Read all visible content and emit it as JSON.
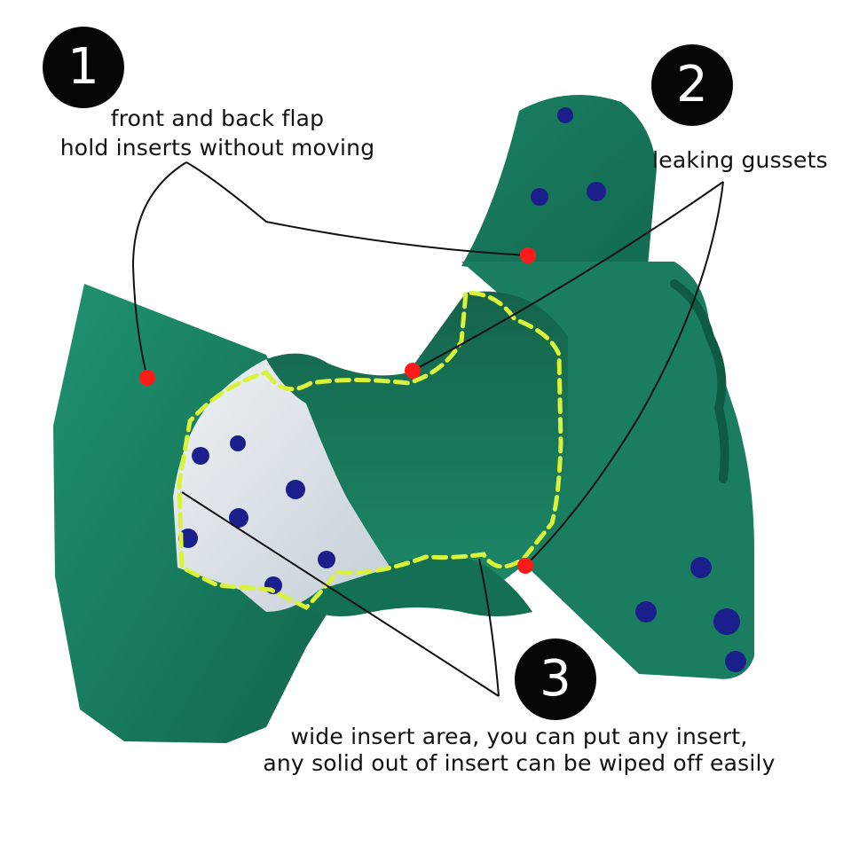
{
  "callouts": [
    {
      "number": "1",
      "lines": [
        "front and back flap",
        "hold inserts without moving"
      ]
    },
    {
      "number": "2",
      "lines": [
        "leaking gussets"
      ]
    },
    {
      "number": "3",
      "lines": [
        "wide insert area, you can put any insert,",
        "any solid out of insert can be wiped off easily"
      ]
    }
  ],
  "colors": {
    "shell_green": "#1d8a6a",
    "shell_green_dark": "#12664c",
    "lining_grey": "#d9e0e6",
    "snap_blue": "#1a1f8c",
    "outline_yellow": "#d9f23a",
    "marker_red": "#ff1a1a",
    "badge_black": "#050505"
  }
}
